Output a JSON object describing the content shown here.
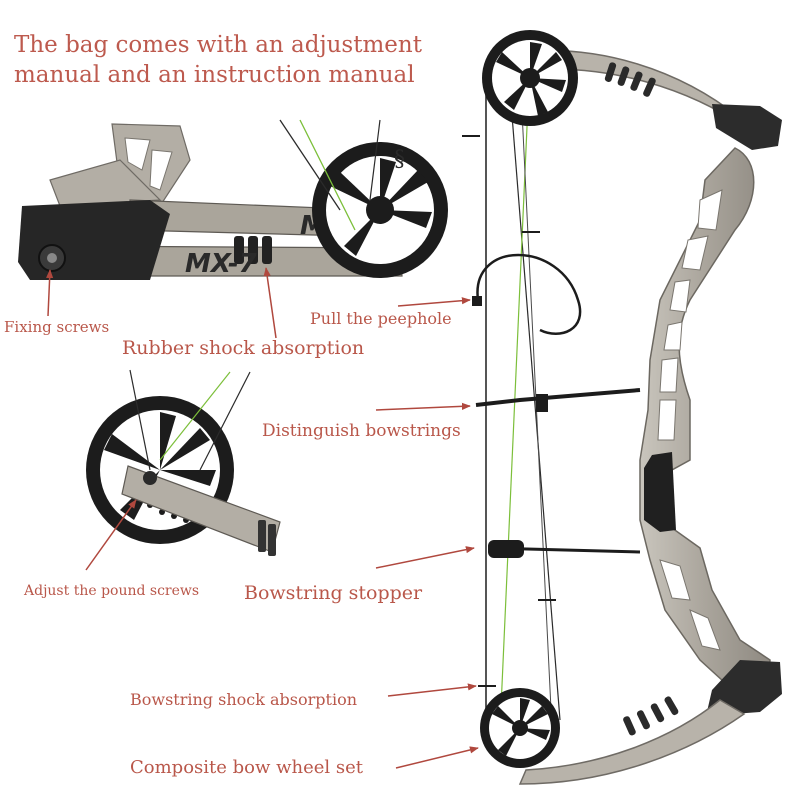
{
  "headline": {
    "line1": "The bag comes with an adjustment",
    "line2": "manual and an instruction manual"
  },
  "labels": {
    "fixing_screws": "Fixing screws",
    "rubber_shock": "Rubber shock absorption",
    "peephole": "Pull the  peephole",
    "distinguish": "Distinguish bowstrings",
    "pound_screws": "Adjust the pound screws",
    "stopper": "Bowstring stopper",
    "string_shock": "Bowstring shock absorption",
    "wheel_set": "Composite bow wheel set"
  },
  "limb_marking": "MX-7",
  "colors": {
    "label_text": "#b9574a",
    "headline_text": "#bd5a4e",
    "arrow": "#b0483e",
    "riser": "#b4afa6",
    "riser_dark": "#8e8a82",
    "cam": "#1c1c1c",
    "string_dark": "#2b2b2b",
    "string_green": "#7cbf3a"
  }
}
